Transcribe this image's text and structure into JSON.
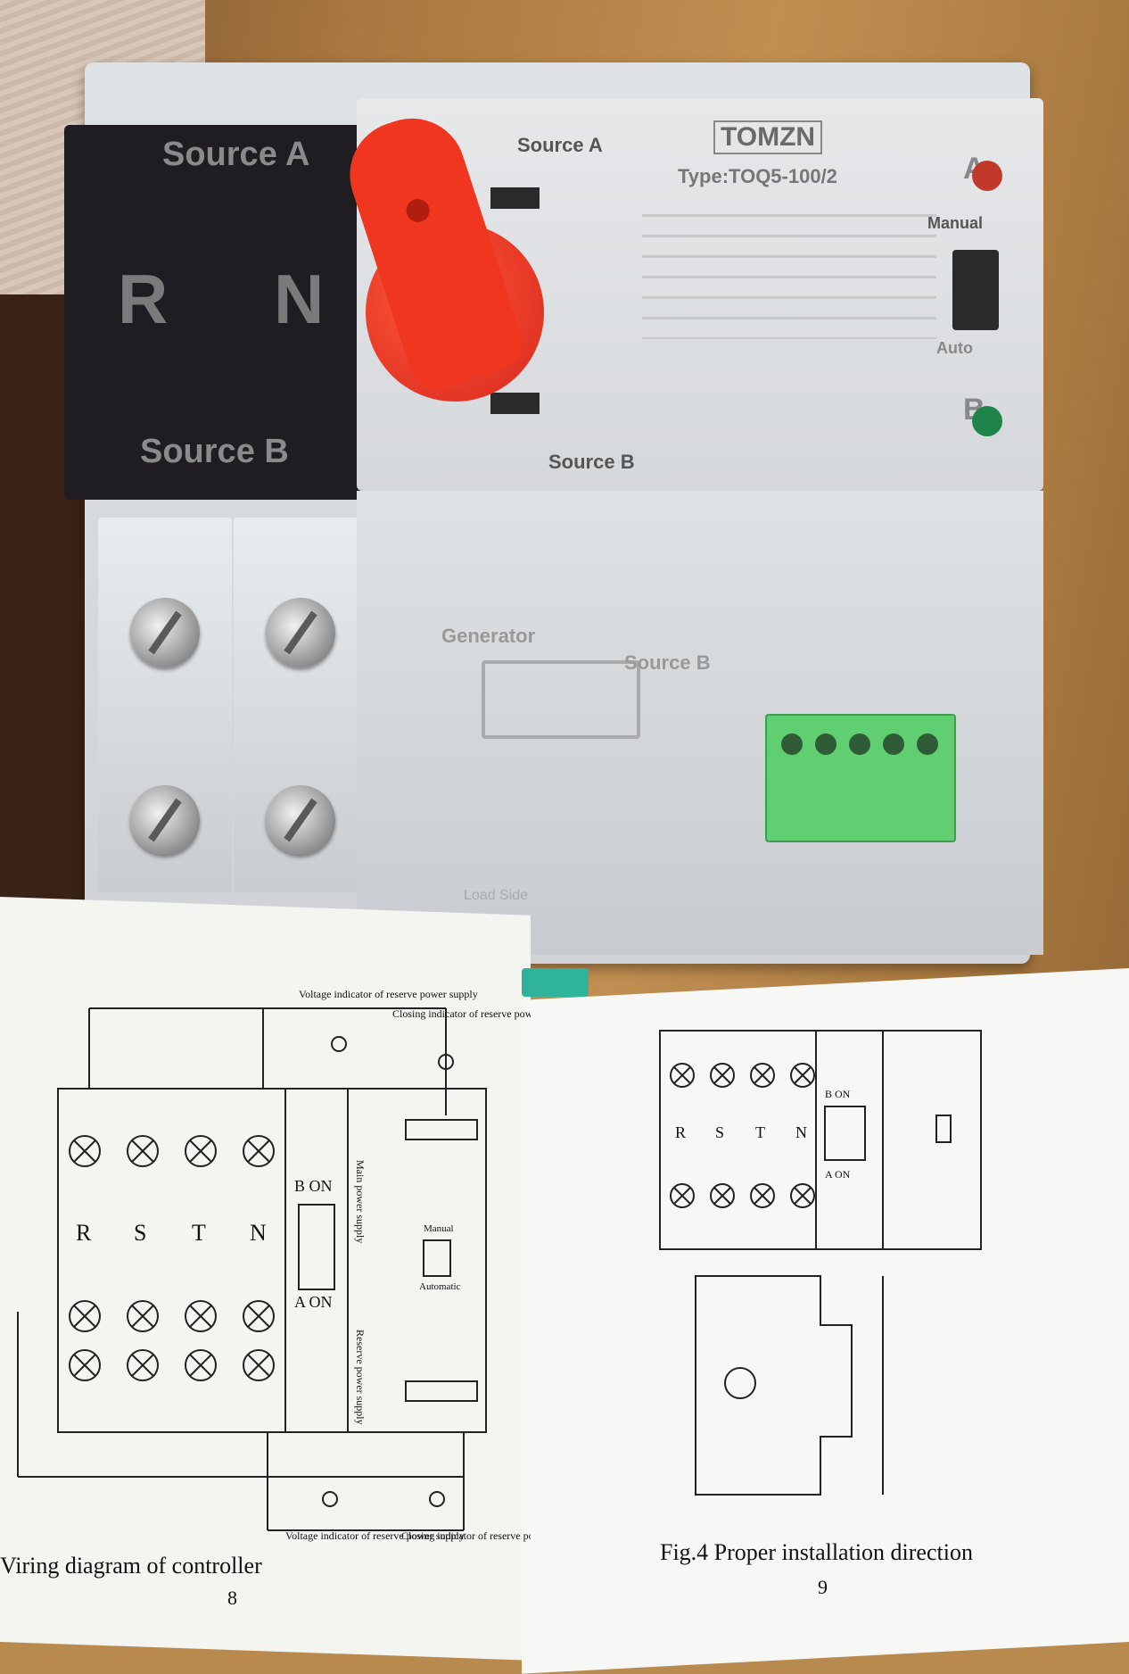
{
  "device": {
    "top_label": "Source A",
    "bottom_label": "Source B",
    "phase_left": "R",
    "phase_right": "N",
    "face_source_a": "Source A",
    "face_source_b": "Source B",
    "brand": "TOMZN",
    "model": "Type:TOQ5-100/2",
    "led_a": "A",
    "led_b": "B",
    "manual_label": "Manual",
    "auto_label": "Auto",
    "generator_label": "Generator",
    "lower_source_b": "Source B",
    "load_side": "Load Side",
    "led_a_color": "#c0392b",
    "led_b_color": "#1e8449",
    "knob_color": "#f0361f",
    "terminal_color": "#5fcf72"
  },
  "manual": {
    "left_page": {
      "caption": "Viring diagram of controller",
      "page_number": "8",
      "top_label_1": "Voltage indicator of reserve power supply",
      "top_label_2": "Closing indicator of reserve power supply",
      "bottom_label_1": "Voltage indicator of reserve power supply",
      "bottom_label_2": "Closing indicator of reserve power supply",
      "phases": [
        "R",
        "S",
        "T",
        "N"
      ],
      "b_on": "B ON",
      "a_on": "A ON",
      "main_supply": "Main power supply",
      "reserve_supply": "Reserve power supply",
      "manual": "Manual",
      "automatic": "Automatic"
    },
    "right_page": {
      "caption": "Fig.4 Proper installation direction",
      "page_number": "9",
      "phases": [
        "R",
        "S",
        "T",
        "N"
      ],
      "b_on": "B ON",
      "a_on": "A ON"
    }
  }
}
